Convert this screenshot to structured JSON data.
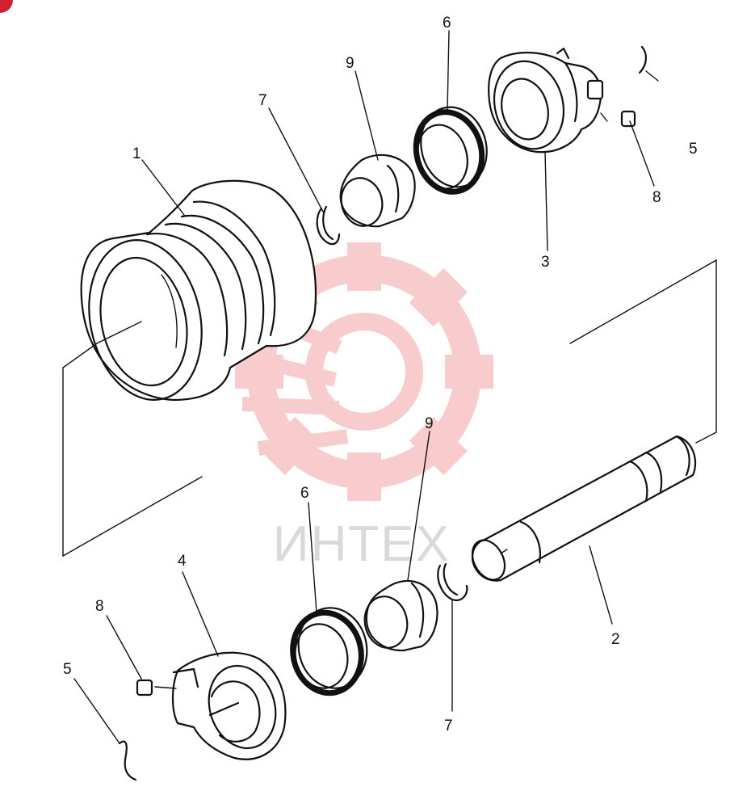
{
  "diagram": {
    "watermark_text": "ИНТЕХ",
    "labels": {
      "l1": "1",
      "l2": "2",
      "l3": "3",
      "l4": "4",
      "l5_top": "5",
      "l5_bottom": "5",
      "l6_top": "6",
      "l6_bottom": "6",
      "l7_top": "7",
      "l7_bottom": "7",
      "l8_top": "8",
      "l8_bottom": "8",
      "l9_top": "9",
      "l9_bottom": "9"
    }
  },
  "colors": {
    "line": "#111111",
    "watermark": "#f4b8b8",
    "corner_badge": "#d2202f"
  }
}
